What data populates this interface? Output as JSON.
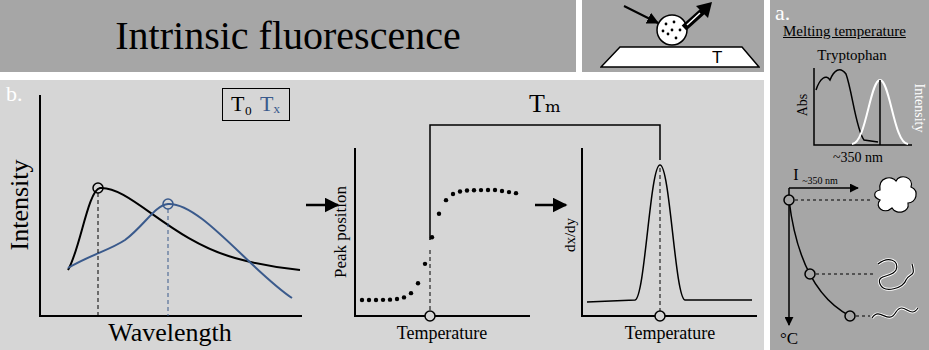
{
  "diagram": {
    "nodes": [
      {
        "text": [
          "Intrinsic fluorescence"
        ]
      },
      {
        "text": [
          "T"
        ]
      },
      {
        "text": [
          "b."
        ]
      },
      {
        "text": [
          "T₀",
          "Tₓ"
        ],
        "in": 2
      },
      {
        "text": [
          "a.",
          "Melting temperature"
        ]
      }
    ],
    "labels": [
      "Intensity",
      "Wavelength",
      "Peak position",
      "Temperature",
      "dx/dy",
      "Temperature",
      "Tₘ",
      "Tryptophan",
      "Abs",
      "Intensity",
      "~350 nm",
      "I",
      "~350 nm",
      "°C"
    ]
  }
}
